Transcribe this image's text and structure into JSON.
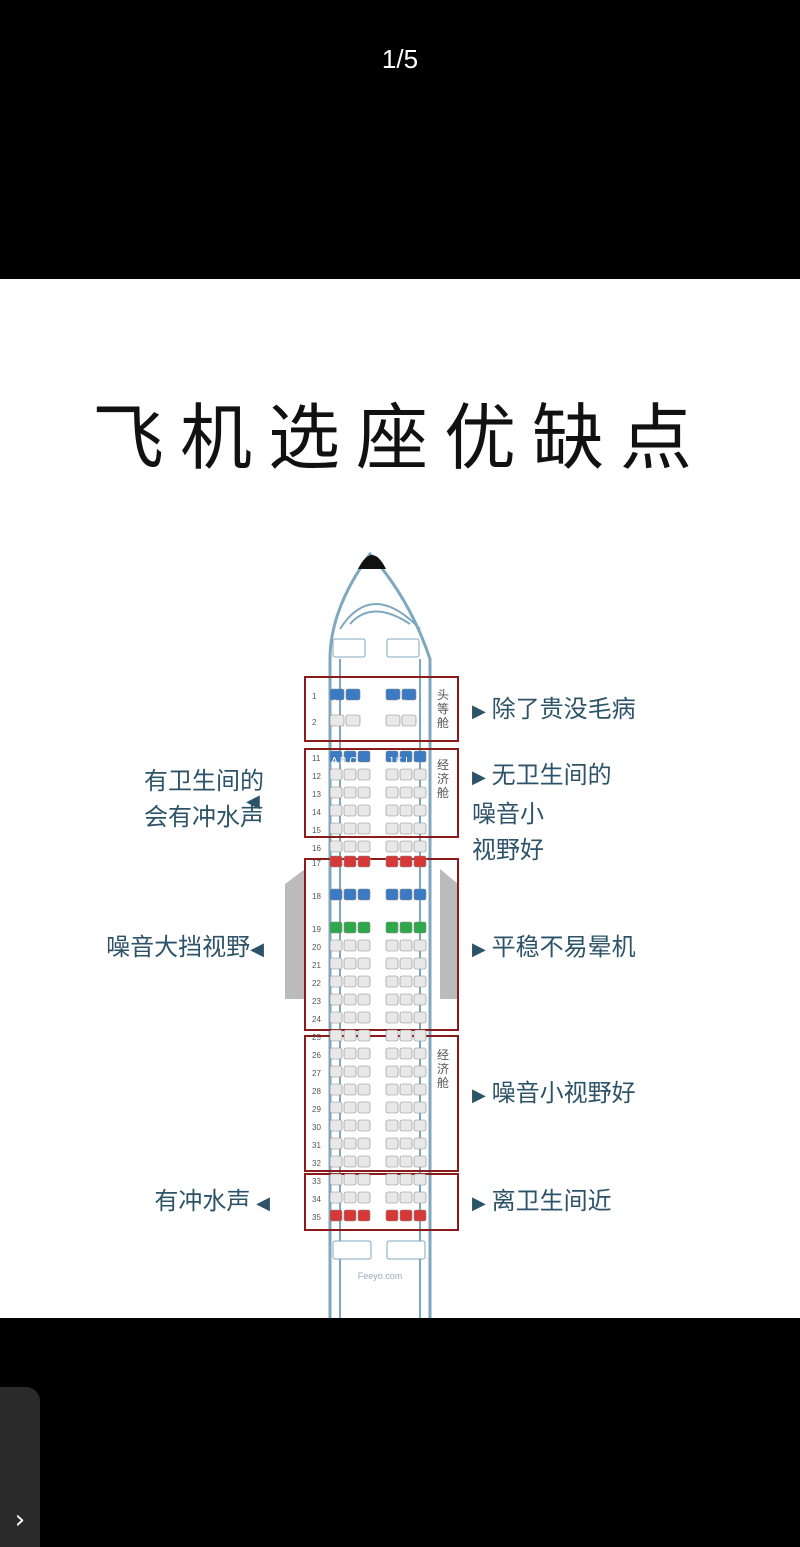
{
  "viewer": {
    "counter": "1/5",
    "next_icon": "chevron-right-icon"
  },
  "infographic": {
    "title": "飞机选座优缺点",
    "labels_right": [
      "除了贵没毛病",
      "无卫生间的\n噪音小\n视野好",
      "平稳不易晕机",
      "噪音小视野好",
      "离卫生间近"
    ],
    "labels_left": [
      "有卫生间的\n会有冲水声",
      "噪音大挡视野",
      "有冲水声"
    ],
    "cabin_first": "头\n等\n舱",
    "cabin_economy": "经\n济\n舱",
    "first_row_letters_left": "A C",
    "first_row_letters_right": "J L",
    "economy_letters_left": "A B C",
    "economy_letters_right": "J K L",
    "row_numbers": [
      "1",
      "2",
      "11",
      "12",
      "13",
      "14",
      "15",
      "16",
      "17",
      "18",
      "19",
      "20",
      "21",
      "22",
      "23",
      "24",
      "25",
      "26",
      "27",
      "28",
      "29",
      "30",
      "31",
      "32",
      "33",
      "34",
      "35"
    ],
    "watermark": "Feeyo.com",
    "colors": {
      "accent": "#2d5368",
      "box": "#8b1a1a",
      "red_seat": "#d63838",
      "blue_seat": "#3b7bc4",
      "green_seat": "#2ea84a"
    }
  }
}
